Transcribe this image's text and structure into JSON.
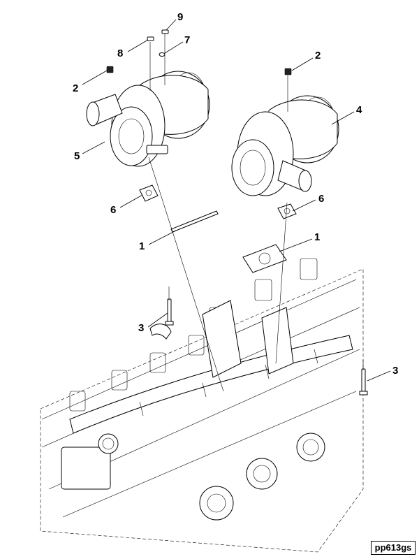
{
  "figure": {
    "reference_code": "pp613gs",
    "callouts": [
      {
        "id": "c9",
        "text": "9"
      },
      {
        "id": "c7",
        "text": "7"
      },
      {
        "id": "c8",
        "text": "8"
      },
      {
        "id": "c2a",
        "text": "2"
      },
      {
        "id": "c2b",
        "text": "2"
      },
      {
        "id": "c4",
        "text": "4"
      },
      {
        "id": "c5",
        "text": "5"
      },
      {
        "id": "c6a",
        "text": "6"
      },
      {
        "id": "c6b",
        "text": "6"
      },
      {
        "id": "c1a",
        "text": "1"
      },
      {
        "id": "c1b",
        "text": "1"
      },
      {
        "id": "c3a",
        "text": "3"
      },
      {
        "id": "c3b",
        "text": "3"
      }
    ]
  }
}
